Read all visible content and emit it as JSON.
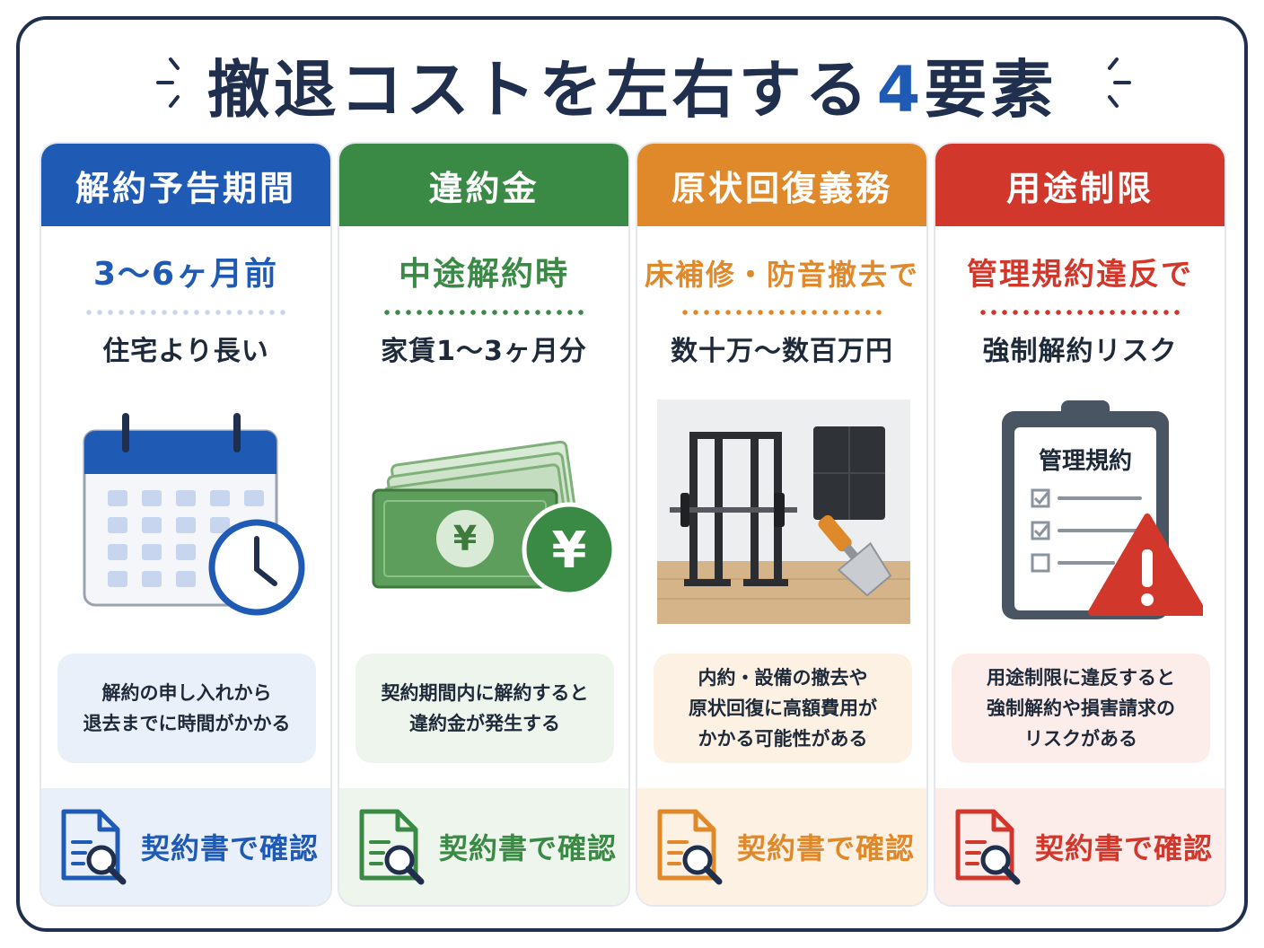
{
  "title": {
    "main": "撤退コストを左右する",
    "number": "4",
    "suffix": "要素"
  },
  "colors": {
    "blue": "#1f5bb5",
    "green": "#3a8a46",
    "orange": "#e0892a",
    "red": "#d2372c",
    "navy": "#1f2f4d"
  },
  "cards": [
    {
      "header": "解約予告期間",
      "headline": "3〜6ヶ月前",
      "sub": "住宅より長い",
      "icon": "calendar-clock-icon",
      "note": "解約の申し入れから\n退去までに時間がかかる",
      "footer": "契約書で確認"
    },
    {
      "header": "違約金",
      "headline": "中途解約時",
      "sub": "家賃1〜3ヶ月分",
      "icon": "yen-banknotes-icon",
      "note": "契約期間内に解約すると\n違約金が発生する",
      "footer": "契約書で確認"
    },
    {
      "header": "原状回復義務",
      "headline": "床補修・防音撤去で",
      "sub": "数十万〜数百万円",
      "icon": "power-rack-scraper-illustration",
      "note": "内約・設備の撤去や\n原状回復に高額費用が\nかかる可能性がある",
      "footer": "契約書で確認"
    },
    {
      "header": "用途制限",
      "headline": "管理規約違反で",
      "sub": "強制解約リスク",
      "icon": "clipboard-warning-icon",
      "clipboard_title": "管理規約",
      "note": "用途制限に違反すると\n強制解約や損害請求の\nリスクがある",
      "footer": "契約書で確認"
    }
  ]
}
